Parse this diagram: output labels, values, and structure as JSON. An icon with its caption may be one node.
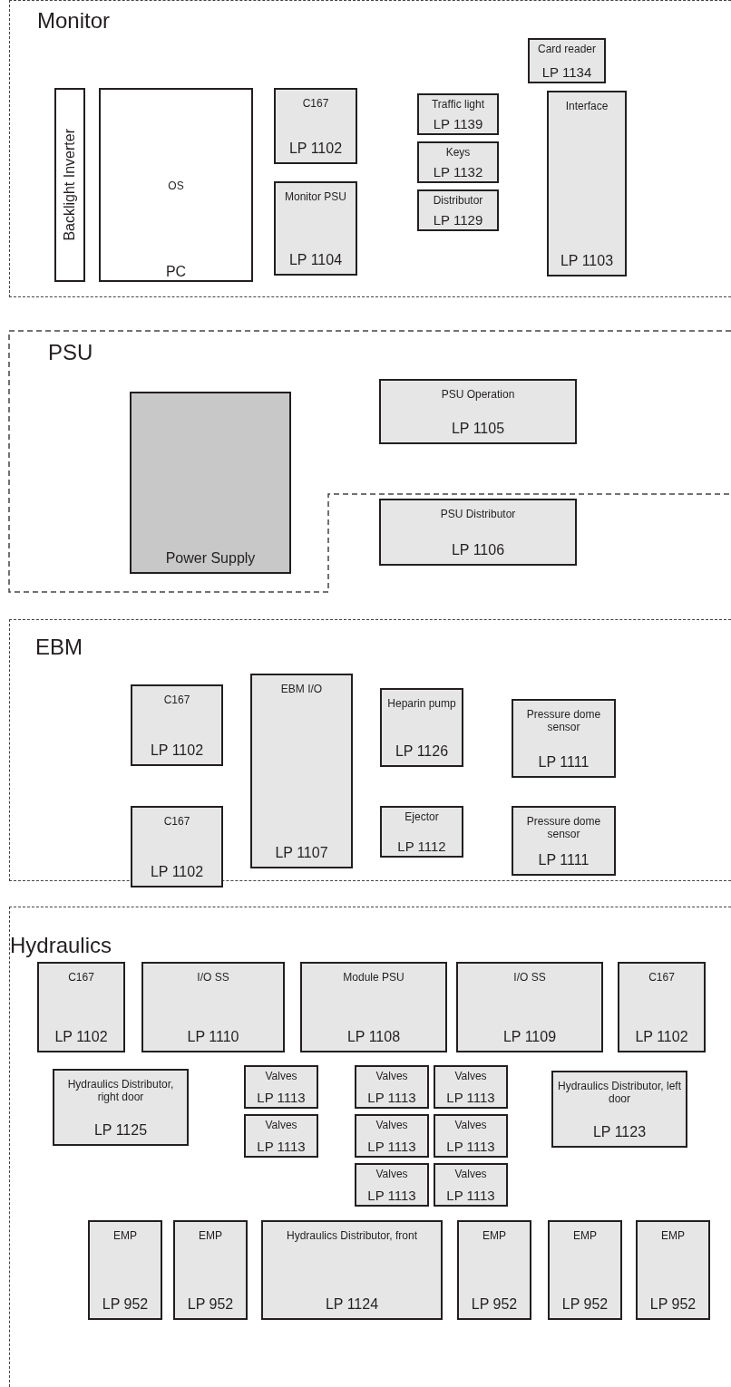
{
  "diagram": {
    "nodes": [
      {
        "text": [
          "Monitor"
        ]
      },
      {
        "text": [
          "Backlight Inverter"
        ],
        "in": 0
      },
      {
        "text": [
          "OS",
          "PC"
        ],
        "in": 0
      },
      {
        "text": [
          "C167",
          "LP 1102"
        ],
        "in": 0
      },
      {
        "text": [
          "Monitor PSU",
          "LP 1104"
        ],
        "in": 0
      },
      {
        "text": [
          "Card reader",
          "LP 1134"
        ],
        "in": 0
      },
      {
        "text": [
          "Traffic light",
          "LP 1139"
        ],
        "in": 0
      },
      {
        "text": [
          "Keys",
          "LP 1132"
        ],
        "in": 0
      },
      {
        "text": [
          "Distributor",
          "LP 1129"
        ],
        "in": 0
      },
      {
        "text": [
          "Interface",
          "LP 1103"
        ],
        "in": 0
      },
      {
        "text": [
          "PSU"
        ]
      },
      {
        "text": [
          "Power Supply"
        ],
        "in": 10
      },
      {
        "text": [
          "PSU Operation",
          "LP 1105"
        ],
        "in": 10
      },
      {
        "text": [
          "PSU Distributor",
          "LP 1106"
        ],
        "in": 10
      },
      {
        "text": [
          "EBM"
        ]
      },
      {
        "text": [
          "C167",
          "LP 1102"
        ],
        "in": 14
      },
      {
        "text": [
          "EBM I/O",
          "LP 1107"
        ],
        "in": 14
      },
      {
        "text": [
          "Heparin pump",
          "LP 1126"
        ],
        "in": 14
      },
      {
        "text": [
          "Pressure dome sensor",
          "LP 1111"
        ],
        "in": 14
      },
      {
        "text": [
          "C167",
          "LP 1102"
        ],
        "in": 14
      },
      {
        "text": [
          "Ejector",
          "LP 1112"
        ],
        "in": 14
      },
      {
        "text": [
          "Pressure dome sensor",
          "LP 1111"
        ],
        "in": 14
      },
      {
        "text": [
          "Hydraulics"
        ]
      },
      {
        "text": [
          "C167",
          "LP 1102"
        ],
        "in": 22
      },
      {
        "text": [
          "I/O SS",
          "LP 1110"
        ],
        "in": 22
      },
      {
        "text": [
          "Module PSU",
          "LP 1108"
        ],
        "in": 22
      },
      {
        "text": [
          "I/O SS",
          "LP 1109"
        ],
        "in": 22
      },
      {
        "text": [
          "C167",
          "LP 1102"
        ],
        "in": 22
      },
      {
        "text": [
          "Hydraulics Distributor, right door",
          "LP 1125"
        ],
        "in": 22
      },
      {
        "text": [
          "Valves",
          "LP 1113"
        ],
        "in": 22
      },
      {
        "text": [
          "Valves",
          "LP 1113"
        ],
        "in": 22
      },
      {
        "text": [
          "Valves",
          "LP 1113"
        ],
        "in": 22
      },
      {
        "text": [
          "Hydraulics Distributor, left door",
          "LP 1123"
        ],
        "in": 22
      },
      {
        "text": [
          "Valves",
          "LP 1113"
        ],
        "in": 22
      },
      {
        "text": [
          "Valves",
          "LP 1113"
        ],
        "in": 22
      },
      {
        "text": [
          "Valves",
          "LP 1113"
        ],
        "in": 22
      },
      {
        "text": [
          "Valves",
          "LP 1113"
        ],
        "in": 22
      },
      {
        "text": [
          "Valves",
          "LP 1113"
        ],
        "in": 22
      },
      {
        "text": [
          "EMP",
          "LP 952"
        ],
        "in": 22
      },
      {
        "text": [
          "EMP",
          "LP 952"
        ],
        "in": 22
      },
      {
        "text": [
          "Hydraulics Distributor, front",
          "LP 1124"
        ],
        "in": 22
      },
      {
        "text": [
          "EMP",
          "LP 952"
        ],
        "in": 22
      },
      {
        "text": [
          "EMP",
          "LP 952"
        ],
        "in": 22
      },
      {
        "text": [
          "EMP",
          "LP 952"
        ],
        "in": 22
      }
    ]
  }
}
